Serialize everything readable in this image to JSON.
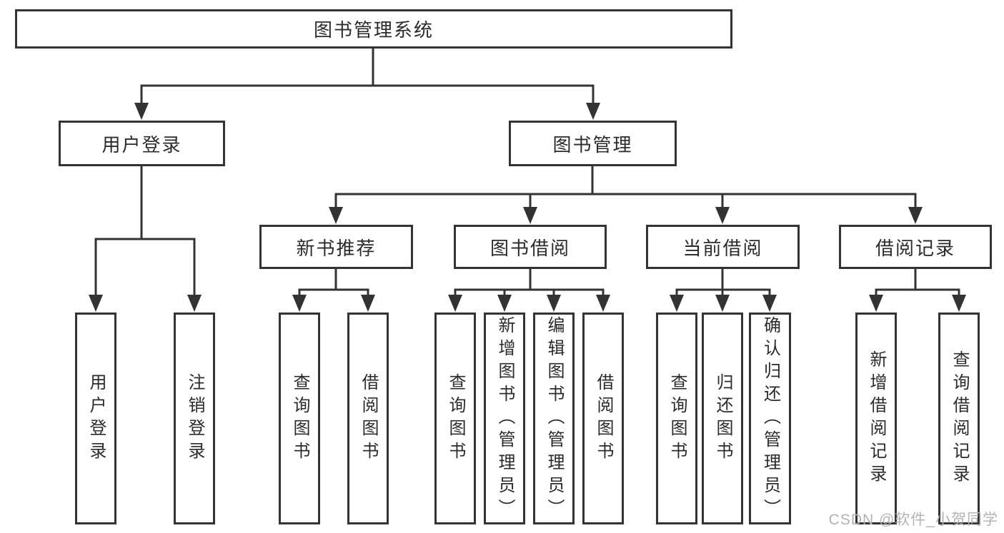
{
  "diagram": {
    "root": "图书管理系统",
    "level2": [
      "用户登录",
      "图书管理"
    ],
    "level3": [
      "新书推荐",
      "图书借阅",
      "当前借阅",
      "借阅记录"
    ],
    "leaves": [
      "用户登录",
      "注销登录",
      "查询图书",
      "借阅图书",
      "查询图书",
      "新增图书（管理员）",
      "编辑图书（管理员）",
      "借阅图书",
      "查询图书",
      "归还图书",
      "确认归还（管理员）",
      "新增借阅记录",
      "查询借阅记录"
    ],
    "hierarchy": {
      "图书管理系统": [
        "用户登录",
        "图书管理"
      ],
      "用户登录": [
        "用户登录",
        "注销登录"
      ],
      "图书管理": [
        "新书推荐",
        "图书借阅",
        "当前借阅",
        "借阅记录"
      ],
      "新书推荐": [
        "查询图书",
        "借阅图书"
      ],
      "图书借阅": [
        "查询图书",
        "新增图书（管理员）",
        "编辑图书（管理员）",
        "借阅图书"
      ],
      "当前借阅": [
        "查询图书",
        "归还图书",
        "确认归还（管理员）"
      ],
      "借阅记录": [
        "新增借阅记录",
        "查询借阅记录"
      ]
    }
  },
  "watermark": {
    "text": "CSDN @软件_小贺同学"
  },
  "colors": {
    "line": "#333333",
    "text": "#2b2b2b",
    "background": "#ffffff",
    "watermark": "#b3b3b3"
  }
}
